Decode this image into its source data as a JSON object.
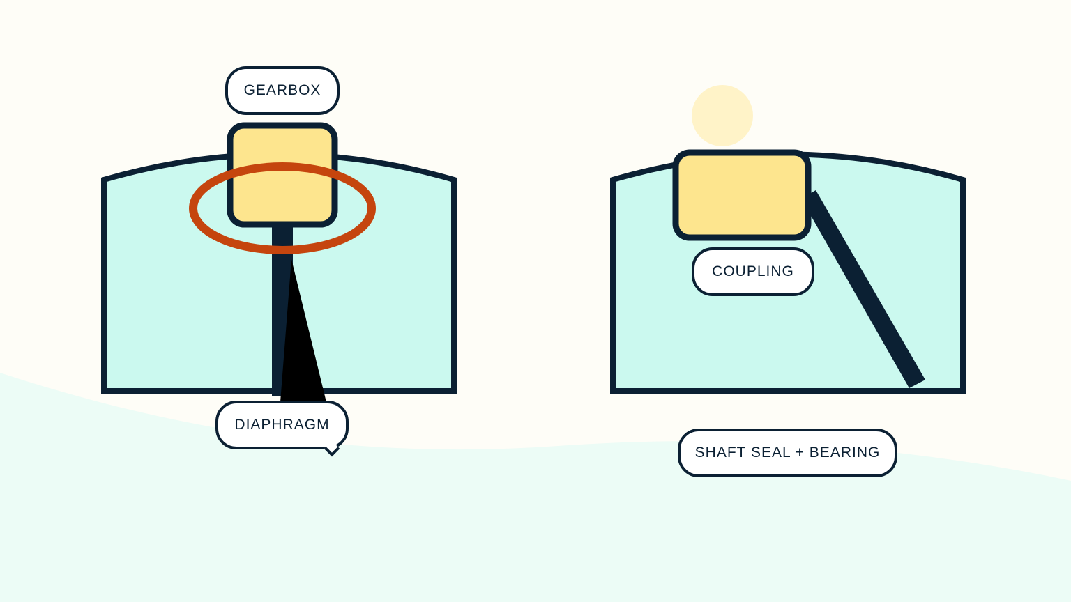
{
  "labels": {
    "gearbox": "GEARBOX",
    "diaphragm": "DIAPHRAGM",
    "coupling": "COUPLING",
    "shaft_seal_bearing": "SHAFT SEAL + BEARING"
  },
  "colors": {
    "background": "#fefdf7",
    "ground": "#ecfcf6",
    "tank_fill": "#cbf9ef",
    "outline": "#0b2033",
    "component_fill": "#fde58e",
    "highlight_ring": "#c5450e",
    "sun": "#fff3c8"
  }
}
